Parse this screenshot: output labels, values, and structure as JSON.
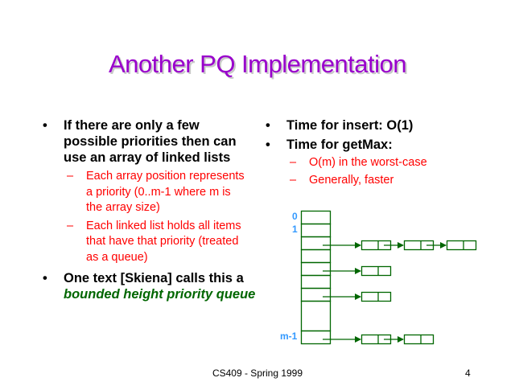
{
  "title": "Another PQ Implementation",
  "left_column": {
    "bullet1": "If there are only a few possible priorities then can use an array of linked lists",
    "sub1": "Each array position represents a priority (0..m-1 where m is the array size)",
    "sub2": "Each linked list holds all items that have that priority (treated as a queue)",
    "bullet2_text": "One text [Skiena] calls this a",
    "bullet2_emphasis": "bounded height priority queue"
  },
  "right_column": {
    "bullet1": "Time for insert: O(1)",
    "bullet2": "Time for getMax:",
    "sub1": "O(m) in the worst-case",
    "sub2": "Generally, faster"
  },
  "diagram": {
    "index_labels": {
      "first": "0",
      "second": "1",
      "last": "m-1"
    },
    "list_lengths_by_row": [
      0,
      0,
      3,
      0,
      1,
      0,
      1,
      0,
      2
    ],
    "color": "#006600",
    "label_color": "#3399ff"
  },
  "footer": {
    "course": "CS409 - Spring 1999",
    "page": "4"
  }
}
